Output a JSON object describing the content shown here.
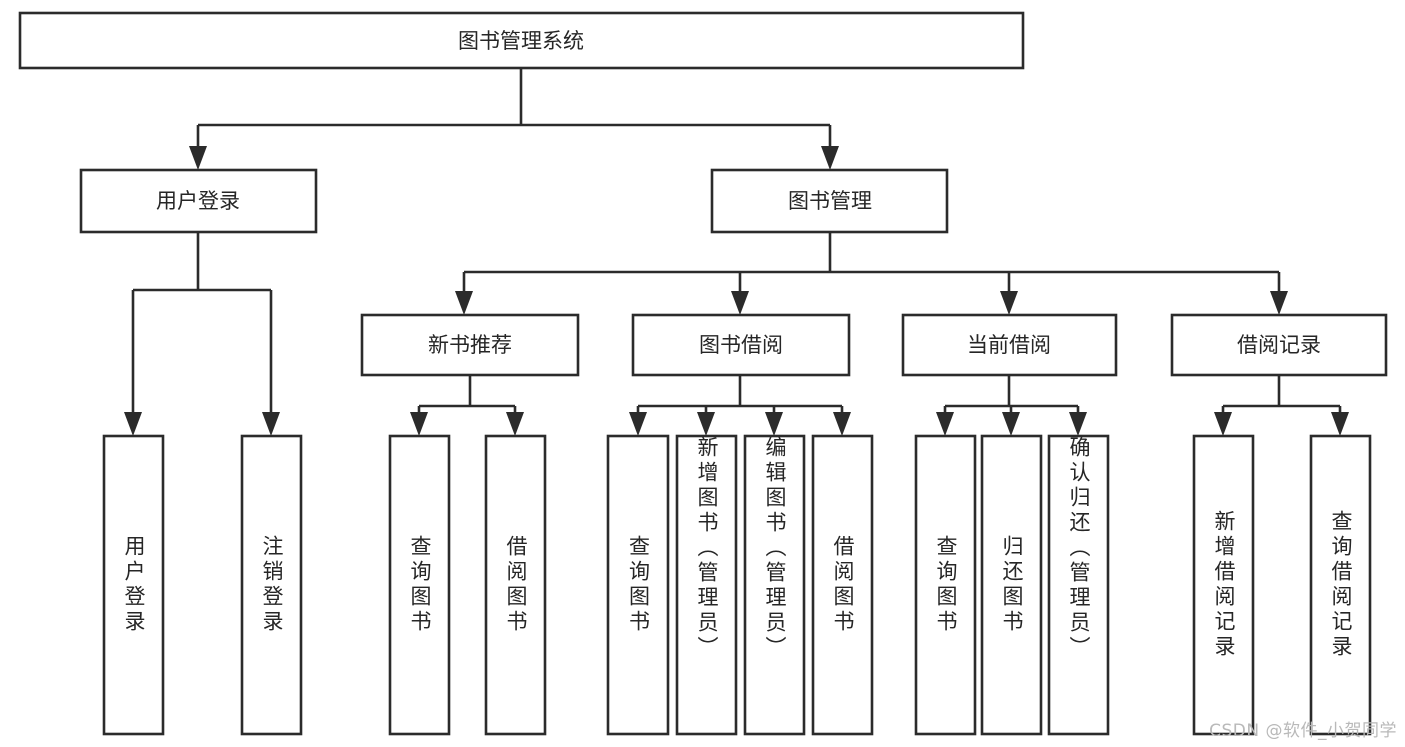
{
  "diagram": {
    "title": "图书管理系统",
    "type": "tree-hierarchy-diagram",
    "colors": {
      "box_stroke": "#2b2b2b",
      "box_fill": "#ffffff",
      "text": "#262626",
      "background": "#ffffff",
      "watermark": "#b9b9b9"
    },
    "root": {
      "label": "图书管理系统"
    },
    "level2": [
      {
        "label": "用户登录"
      },
      {
        "label": "图书管理"
      }
    ],
    "level3": [
      {
        "label": "新书推荐"
      },
      {
        "label": "图书借阅"
      },
      {
        "label": "当前借阅"
      },
      {
        "label": "借阅记录"
      }
    ],
    "leaves": {
      "user_login": [
        {
          "label": "用户登录"
        },
        {
          "label": "注销登录"
        }
      ],
      "new_book_recommend": [
        {
          "label": "查询图书"
        },
        {
          "label": "借阅图书"
        }
      ],
      "book_borrow": [
        {
          "label": "查询图书"
        },
        {
          "label": "新增图书（管理员）"
        },
        {
          "label": "编辑图书（管理员）"
        },
        {
          "label": "借阅图书"
        }
      ],
      "current_borrow": [
        {
          "label": "查询图书"
        },
        {
          "label": "归还图书"
        },
        {
          "label": "确认归还（管理员）"
        }
      ],
      "borrow_record": [
        {
          "label": "新增借阅记录"
        },
        {
          "label": "查询借阅记录"
        }
      ]
    }
  },
  "watermark": {
    "text": "CSDN @软件_小贺同学"
  }
}
